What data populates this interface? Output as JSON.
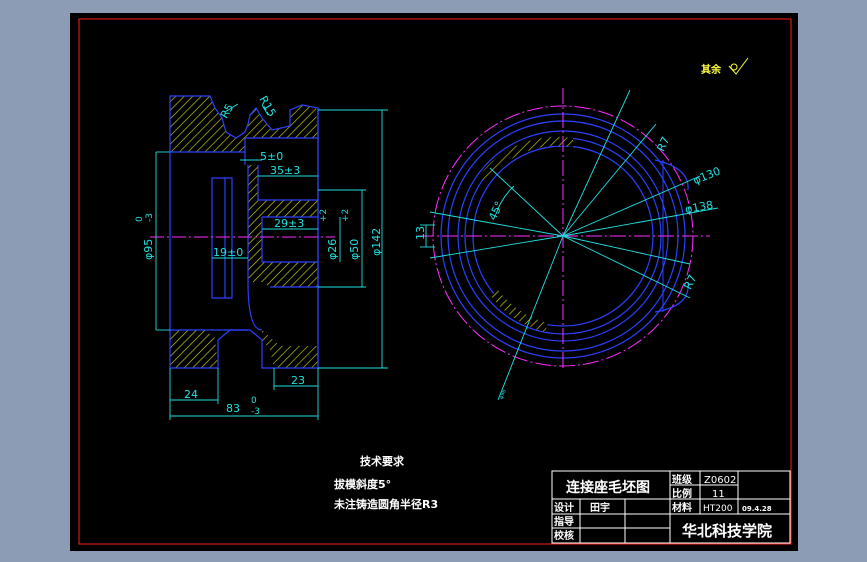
{
  "surface_finish": {
    "label": "其余"
  },
  "front_view": {
    "dims": {
      "r5": "R5",
      "r15": "R15",
      "d5": "5±0",
      "d35": "35±3",
      "d29": "29±3",
      "d19": "19±0",
      "d26": "φ26",
      "d26_tol": "+2",
      "d50": "φ50",
      "d50_tol": "+2",
      "d142": "φ142",
      "d95": "φ95",
      "d95_tol_up": "0",
      "d95_tol_lo": "-3",
      "d24": "24",
      "d23": "23",
      "d83": "83",
      "d83_tol_up": "0",
      "d83_tol_lo": "-3"
    }
  },
  "side_view": {
    "dims": {
      "r7_top": "R7",
      "r7_bottom": "R7",
      "d130": "φ130",
      "d138": "φ138",
      "ang45": "45°",
      "d13": "13",
      "dsmall": "φ96"
    }
  },
  "notes": {
    "title": "技术要求",
    "line1": "拔模斜度5°",
    "line2": "未注铸造圆角半径R3"
  },
  "title_block": {
    "drawing_name": "连接座毛坯图",
    "class_label": "班级",
    "class_value": "Z0602",
    "scale_label": "比例",
    "scale_value": "11",
    "material_label": "材料",
    "material_value": "HT200",
    "date_value": "09.4.28",
    "design_label": "设计",
    "designer": "田宇",
    "guide_label": "指导",
    "check_label": "校核",
    "school": "华北科技学院"
  }
}
